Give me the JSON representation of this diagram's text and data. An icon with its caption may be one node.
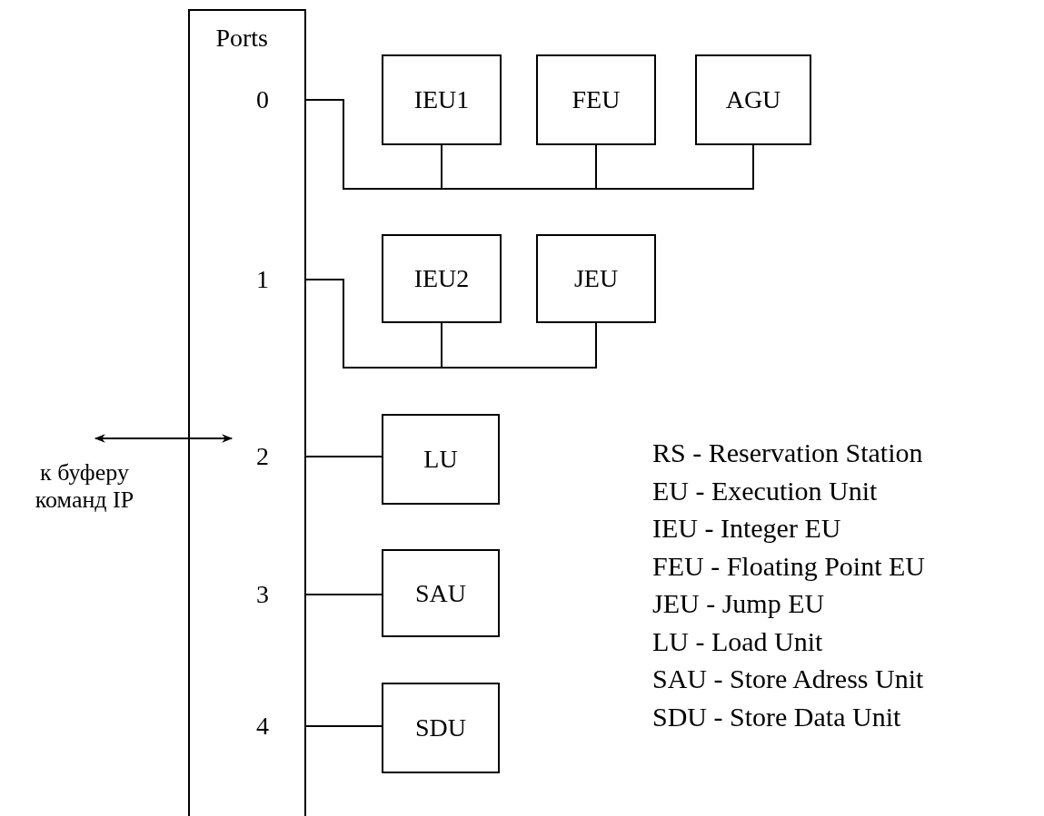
{
  "diagram": {
    "nodes": [
      {
        "text": [
          "Ports"
        ]
      },
      {
        "text": [
          "0"
        ],
        "in": 0
      },
      {
        "text": [
          "1"
        ],
        "in": 0
      },
      {
        "text": [
          "2"
        ],
        "in": 0
      },
      {
        "text": [
          "3"
        ],
        "in": 0
      },
      {
        "text": [
          "4"
        ],
        "in": 0
      },
      {
        "text": [
          "IEU1"
        ]
      },
      {
        "text": [
          "FEU"
        ]
      },
      {
        "text": [
          "AGU"
        ]
      },
      {
        "text": [
          "IEU2"
        ]
      },
      {
        "text": [
          "JEU"
        ]
      },
      {
        "text": [
          "LU"
        ]
      },
      {
        "text": [
          "SAU"
        ]
      },
      {
        "text": [
          "SDU"
        ]
      }
    ],
    "edges": [
      {
        "from": 1,
        "to": 6,
        "arrow": "none"
      },
      {
        "from": 1,
        "to": 7,
        "arrow": "none"
      },
      {
        "from": 1,
        "to": 8,
        "arrow": "none"
      },
      {
        "from": 2,
        "to": 9,
        "arrow": "none"
      },
      {
        "from": 2,
        "to": 10,
        "arrow": "none"
      },
      {
        "from": 3,
        "to": 11,
        "arrow": "none"
      },
      {
        "from": 4,
        "to": 12,
        "arrow": "none"
      },
      {
        "from": 5,
        "to": 13,
        "arrow": "none"
      },
      {
        "from": null,
        "to": 3,
        "arrow": "both",
        "label": "к буферу команд IP"
      }
    ],
    "labels": [
      "RS - Reservation Station",
      "EU - Execution Unit",
      "IEU - Integer EU",
      "FEU - Floating Point EU",
      "JEU - Jump EU",
      "LU - Load Unit",
      "SAU - Store Adress Unit",
      "SDU - Store Data Unit"
    ]
  }
}
